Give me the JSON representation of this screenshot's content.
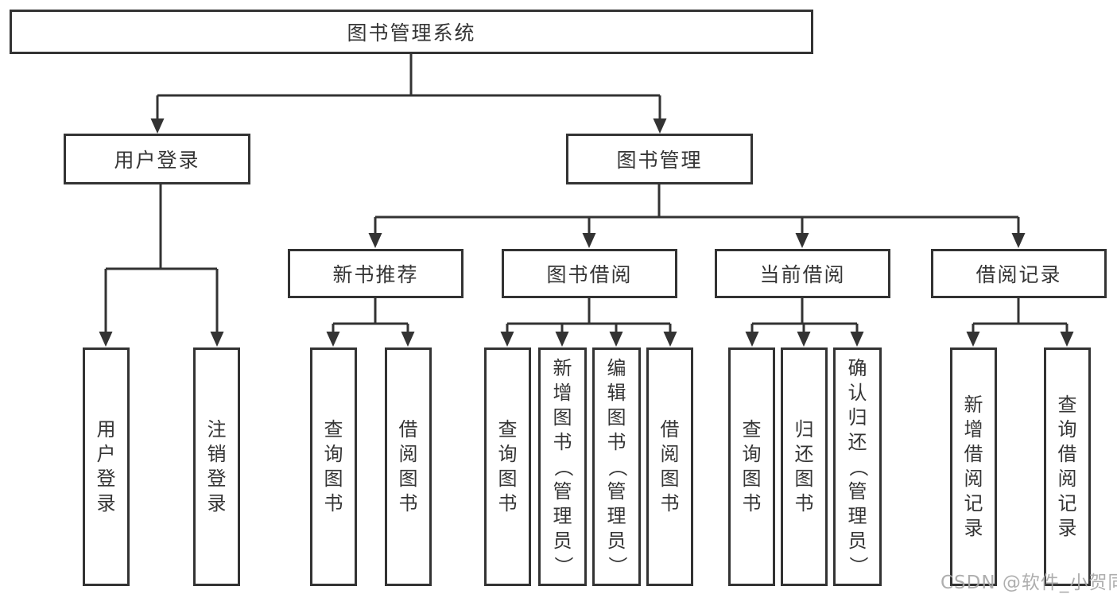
{
  "diagram_title": "图书管理系统",
  "nodes": {
    "root": {
      "label": "图书管理系统"
    },
    "user_login": {
      "label": "用户登录"
    },
    "book_mgmt": {
      "label": "图书管理"
    },
    "new_book_rec": {
      "label": "新书推荐"
    },
    "book_borrow": {
      "label": "图书借阅"
    },
    "current_borrow": {
      "label": "当前借阅"
    },
    "borrow_records": {
      "label": "借阅记录"
    },
    "leaf_user_login": {
      "label": "用户登录"
    },
    "leaf_logout": {
      "label": "注销登录"
    },
    "leaf_rec_query_book": {
      "label": "查询图书"
    },
    "leaf_rec_borrow_book": {
      "label": "借阅图书"
    },
    "leaf_bb_query_book": {
      "label": "查询图书"
    },
    "leaf_bb_add_book": {
      "label": "新增图书（管理员）"
    },
    "leaf_bb_edit_book": {
      "label": "编辑图书（管理员）"
    },
    "leaf_bb_borrow_book": {
      "label": "借阅图书"
    },
    "leaf_cb_query_book": {
      "label": "查询图书"
    },
    "leaf_cb_return_book": {
      "label": "归还图书"
    },
    "leaf_cb_confirm_return": {
      "label": "确认归还（管理员）"
    },
    "leaf_br_add_record": {
      "label": "新增借阅记录"
    },
    "leaf_br_query_record": {
      "label": "查询借阅记录"
    }
  },
  "watermark": {
    "text": "CSDN @软件_小贺同学"
  },
  "colors": {
    "line": "#333333",
    "text": "#353535",
    "watermark": "#a6a6a6",
    "background": "#ffffff"
  }
}
